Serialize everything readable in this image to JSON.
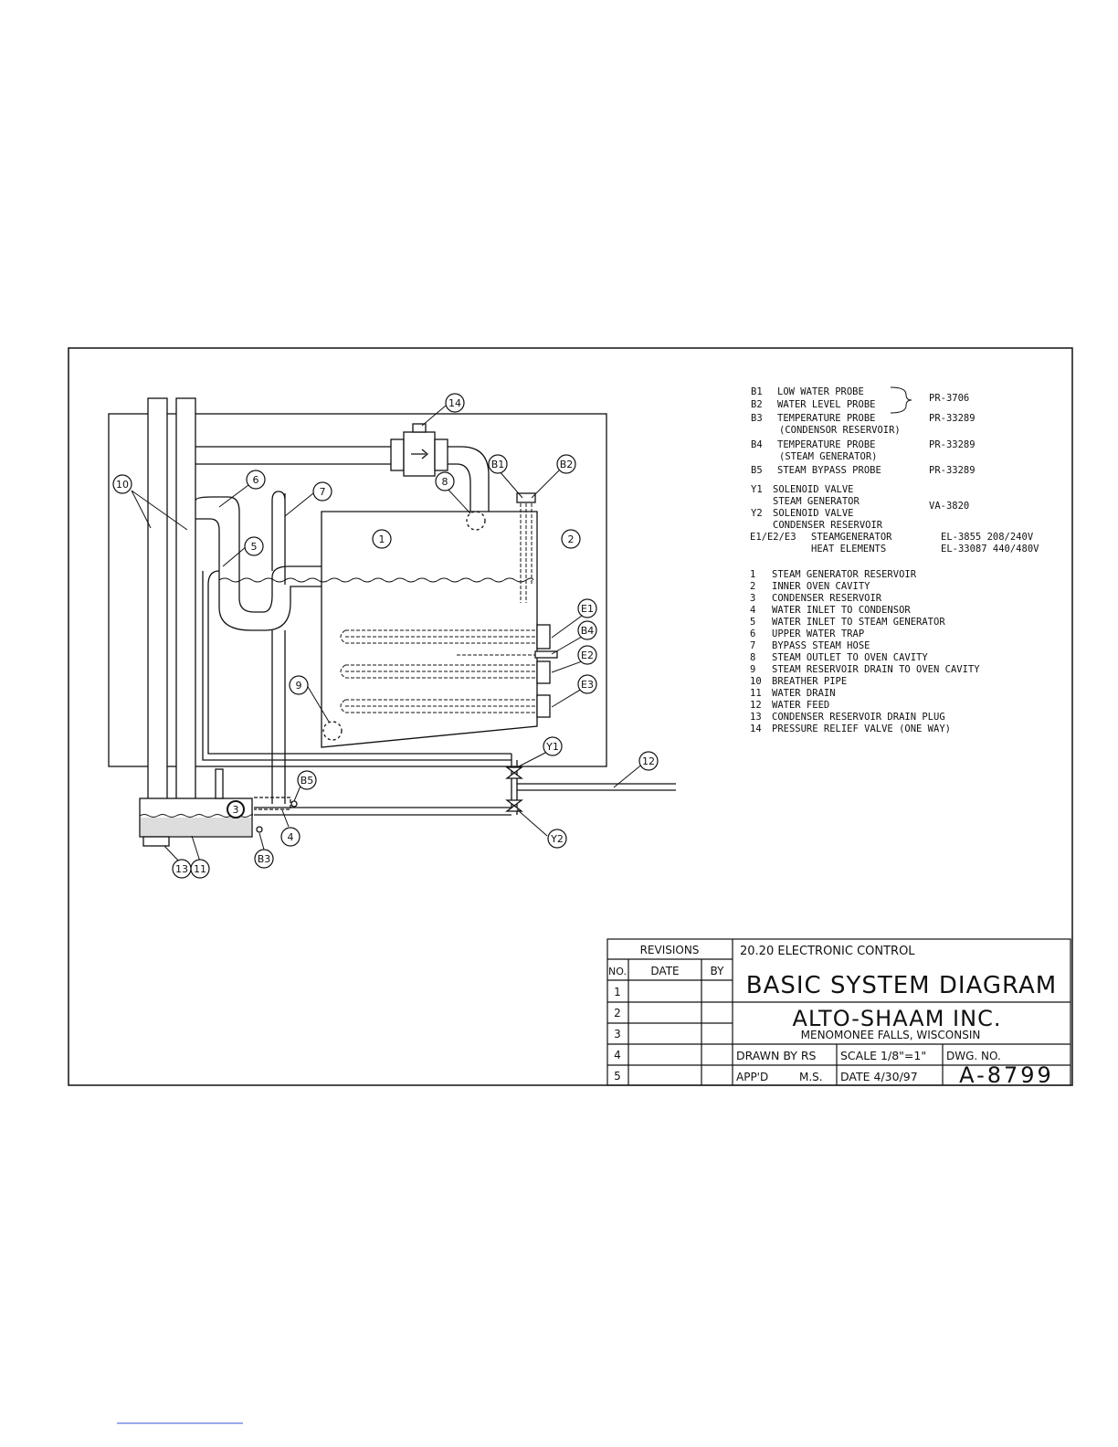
{
  "legend": {
    "probes": [
      {
        "code": "B1",
        "name": "LOW WATER PROBE"
      },
      {
        "code": "B2",
        "name": "WATER LEVEL PROBE"
      },
      {
        "code": "B3",
        "name": "TEMPERATURE PROBE"
      },
      {
        "code": "",
        "name": "(CONDENSOR RESERVOIR)"
      },
      {
        "code": "B4",
        "name": "TEMPERATURE PROBE"
      },
      {
        "code": "",
        "name": "(STEAM GENERATOR)"
      },
      {
        "code": "B5",
        "name": "STEAM BYPASS PROBE"
      }
    ],
    "probe_parts": {
      "b1b2": "PR-3706",
      "b3": "PR-33289",
      "b4": "PR-33289",
      "b5": "PR-33289"
    },
    "valves": [
      {
        "code": "Y1",
        "name": "SOLENOID VALVE"
      },
      {
        "code": "",
        "name": "STEAM GENERATOR"
      },
      {
        "code": "Y2",
        "name": "SOLENOID VALVE"
      },
      {
        "code": "",
        "name": "CONDENSER RESERVOIR"
      }
    ],
    "valve_part": "VA-3820",
    "elements": {
      "code": "E1/E2/E3",
      "name": "STEAMGENERATOR",
      "name2": "HEAT ELEMENTS",
      "part1": "EL-3855 208/240V",
      "part2": "EL-33087 440/480V"
    },
    "components": [
      {
        "n": "1",
        "name": "STEAM GENERATOR RESERVOIR"
      },
      {
        "n": "2",
        "name": "INNER OVEN CAVITY"
      },
      {
        "n": "3",
        "name": "CONDENSER RESERVOIR"
      },
      {
        "n": "4",
        "name": "WATER INLET TO CONDENSOR"
      },
      {
        "n": "5",
        "name": "WATER INLET TO STEAM GENERATOR"
      },
      {
        "n": "6",
        "name": "UPPER WATER TRAP"
      },
      {
        "n": "7",
        "name": "BYPASS STEAM HOSE"
      },
      {
        "n": "8",
        "name": "STEAM OUTLET TO OVEN CAVITY"
      },
      {
        "n": "9",
        "name": "STEAM RESERVOIR DRAIN TO OVEN CAVITY"
      },
      {
        "n": "10",
        "name": "BREATHER PIPE"
      },
      {
        "n": "11",
        "name": "WATER DRAIN"
      },
      {
        "n": "12",
        "name": "WATER FEED"
      },
      {
        "n": "13",
        "name": "CONDENSER RESERVOIR DRAIN PLUG"
      },
      {
        "n": "14",
        "name": "PRESSURE RELIEF VALVE (ONE WAY)"
      }
    ]
  },
  "callouts": [
    "1",
    "2",
    "3",
    "4",
    "5",
    "6",
    "7",
    "8",
    "9",
    "10",
    "11",
    "12",
    "13",
    "14",
    "B1",
    "B2",
    "B3",
    "B4",
    "B5",
    "E1",
    "E2",
    "E3",
    "Y1",
    "Y2"
  ],
  "title_block": {
    "revisions_label": "REVISIONS",
    "no_label": "NO.",
    "date_label": "DATE",
    "by_label": "BY",
    "rows": [
      "1",
      "2",
      "3",
      "4",
      "5"
    ],
    "subtitle": "20.20 ELECTRONIC CONTROL",
    "title": "BASIC SYSTEM DIAGRAM",
    "company": "ALTO-SHAAM INC.",
    "location": "MENOMONEE FALLS, WISCONSIN",
    "drawn_by": "DRAWN BY RS",
    "scale": "SCALE 1/8\"=1\"",
    "dwg_label": "DWG. NO.",
    "approved": "APP'D",
    "approved_by": "M.S.",
    "date": "DATE 4/30/97",
    "dwg_no": "A-8799"
  }
}
